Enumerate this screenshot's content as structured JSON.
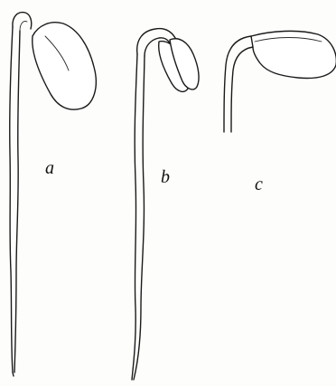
{
  "figure": {
    "labels": {
      "a": "a",
      "b": "b",
      "c": "c"
    }
  },
  "colors": {
    "ink": "#1a1a1a",
    "paper": "#fdfdfc"
  }
}
